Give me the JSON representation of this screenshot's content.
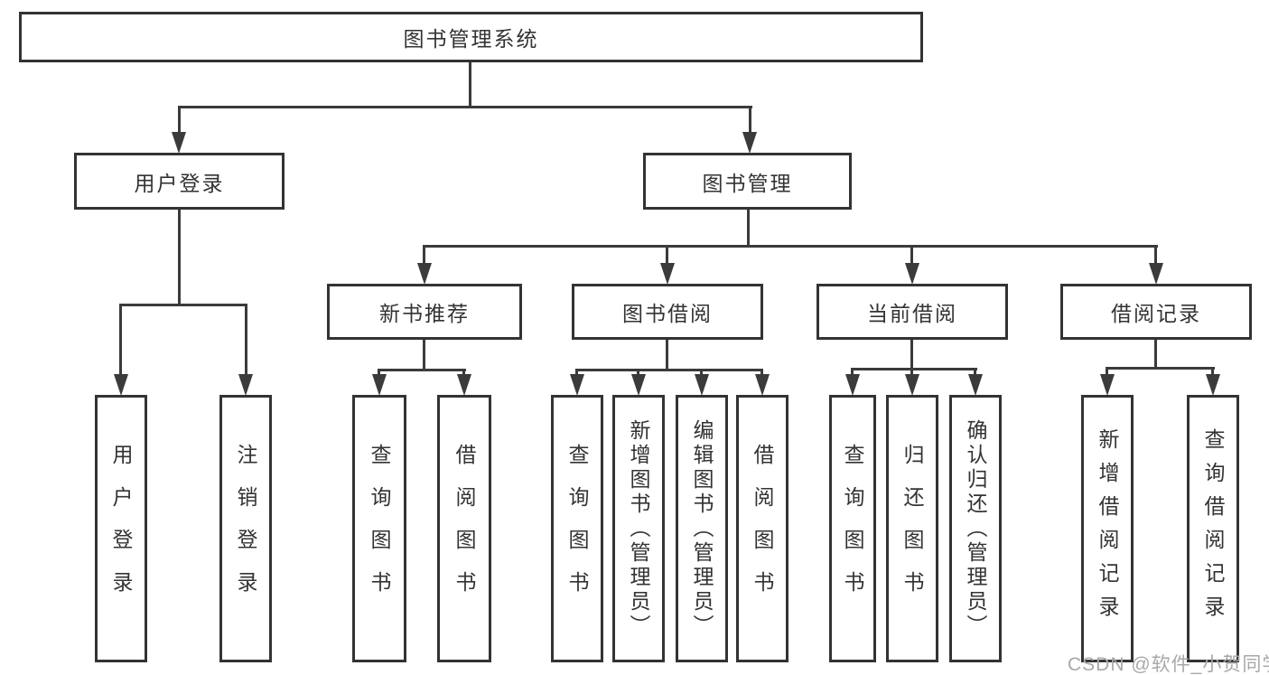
{
  "diagram": {
    "title_node": {
      "label": "图书管理系统"
    },
    "level2": [
      {
        "label": "用户登录"
      },
      {
        "label": "图书管理"
      }
    ],
    "level3": [
      {
        "label": "新书推荐"
      },
      {
        "label": "图书借阅"
      },
      {
        "label": "当前借阅"
      },
      {
        "label": "借阅记录"
      }
    ],
    "leaves": [
      {
        "label": "用户登录",
        "parent": "用户登录"
      },
      {
        "label": "注销登录",
        "parent": "用户登录"
      },
      {
        "label": "查询图书",
        "parent": "新书推荐"
      },
      {
        "label": "借阅图书",
        "parent": "新书推荐"
      },
      {
        "label": "查询图书",
        "parent": "图书借阅"
      },
      {
        "label": "新增图书（管理员）",
        "parent": "图书借阅"
      },
      {
        "label": "编辑图书（管理员）",
        "parent": "图书借阅"
      },
      {
        "label": "借阅图书",
        "parent": "图书借阅"
      },
      {
        "label": "查询图书",
        "parent": "当前借阅"
      },
      {
        "label": "归还图书",
        "parent": "当前借阅"
      },
      {
        "label": "确认归还（管理员）",
        "parent": "当前借阅"
      },
      {
        "label": "新增借阅记录",
        "parent": "借阅记录"
      },
      {
        "label": "查询借阅记录",
        "parent": "借阅记录"
      }
    ],
    "watermark": "CSDN @软件_小贺同学",
    "colors": {
      "box_border": "#333333",
      "connector_line": "#3b3b3b",
      "text": "#333333",
      "watermark_text": "#a8a8a8",
      "background": "#ffffff"
    }
  }
}
